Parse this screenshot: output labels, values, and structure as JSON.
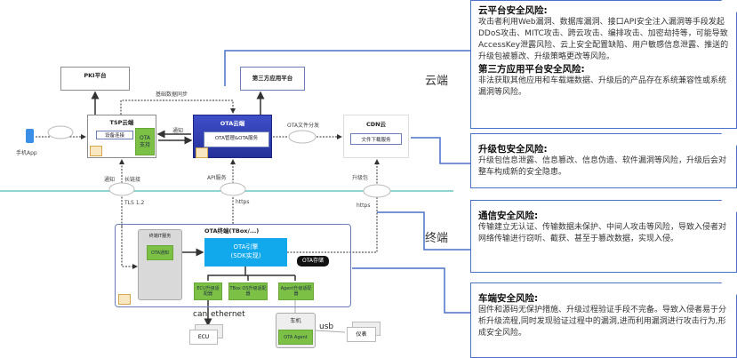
{
  "zones": {
    "cloud": "云端",
    "terminal": "终端"
  },
  "phone": {
    "label": "手机App"
  },
  "pki": {
    "title": "PKI平台"
  },
  "third_party": {
    "title": "第三方应用平台"
  },
  "tsp": {
    "title": "TSP云端",
    "device_link": "设备连接",
    "ota_support": "OTA\n支持"
  },
  "ota_cloud": {
    "title": "OTA云端",
    "service": "OTA管理&OTA服务"
  },
  "cdn": {
    "title": "CDN云",
    "download": "文件下载服务"
  },
  "edges": {
    "base_sync": "基础数据同步",
    "notify": "通知",
    "ota_distribute": "OTA文件分发",
    "notify2": "通知",
    "long_link": "长链接",
    "tls": "TLS 1.2",
    "api": "API服务",
    "https1": "https",
    "pkg": "升级包",
    "https2": "https"
  },
  "vehicle": {
    "title": "OTA终端(TBox/...)",
    "terminal_service": "终端IT服务",
    "ota_notify": "OTA通知",
    "engine_line1": "OTA引擎",
    "engine_line2": "(SDK实现)",
    "storage": "OTA存储",
    "adapters": [
      "ECU升级适配器",
      "TBox OS升级适配器",
      "Agent升级适配器"
    ],
    "can": "can",
    "ethernet": "ethernet",
    "ecu": "ECU",
    "headunit": "车机",
    "ota_agent": "OTA Agent",
    "usb": "usb",
    "dashboard": "仪表"
  },
  "risks": [
    {
      "title": "云平台安全风险:",
      "body": "攻击者利用Web漏洞、数据库漏洞、接口API安全注入漏洞等手段发起DDoS攻击、MITC攻击、跨云攻击、编排攻击、加密劫持等，可能导致AccessKey泄露风险、云上安全配置缺陷、用户敏感信息泄露、推送的升级包被篡改、升级策略更改等风险。",
      "title2": "第三方应用平台安全风险:",
      "body2": "非法获取其他应用和车载端数据、升级后的产品存在系统兼容性或系统漏洞等风险。"
    },
    {
      "title": "升级包安全风险:",
      "body": "升级包信息泄露、信息篡改、信息伪造、软件漏洞等风险，升级后会对整车构成新的安全隐患。"
    },
    {
      "title": "通信安全风险:",
      "body": "传输建立无认证、传输数据未保护、中间人攻击等风险，导致入侵者对网络传输进行窃听、截获、甚至于篡改数据，实现入侵。"
    },
    {
      "title": "车端安全风险:",
      "body": "固件和源码无保护措施、升级过程验证手段不完备。导致入侵者易于分析升级流程,同时发现验证过程中的漏洞,进而利用漏洞进行攻击行为,形成安全风险。"
    }
  ],
  "colors": {
    "connector": "#4a72c8",
    "divider": "#6cc9c0",
    "ota_cloud": "#3340b0",
    "engine": "#12a8ec",
    "green": "#7cc145"
  }
}
